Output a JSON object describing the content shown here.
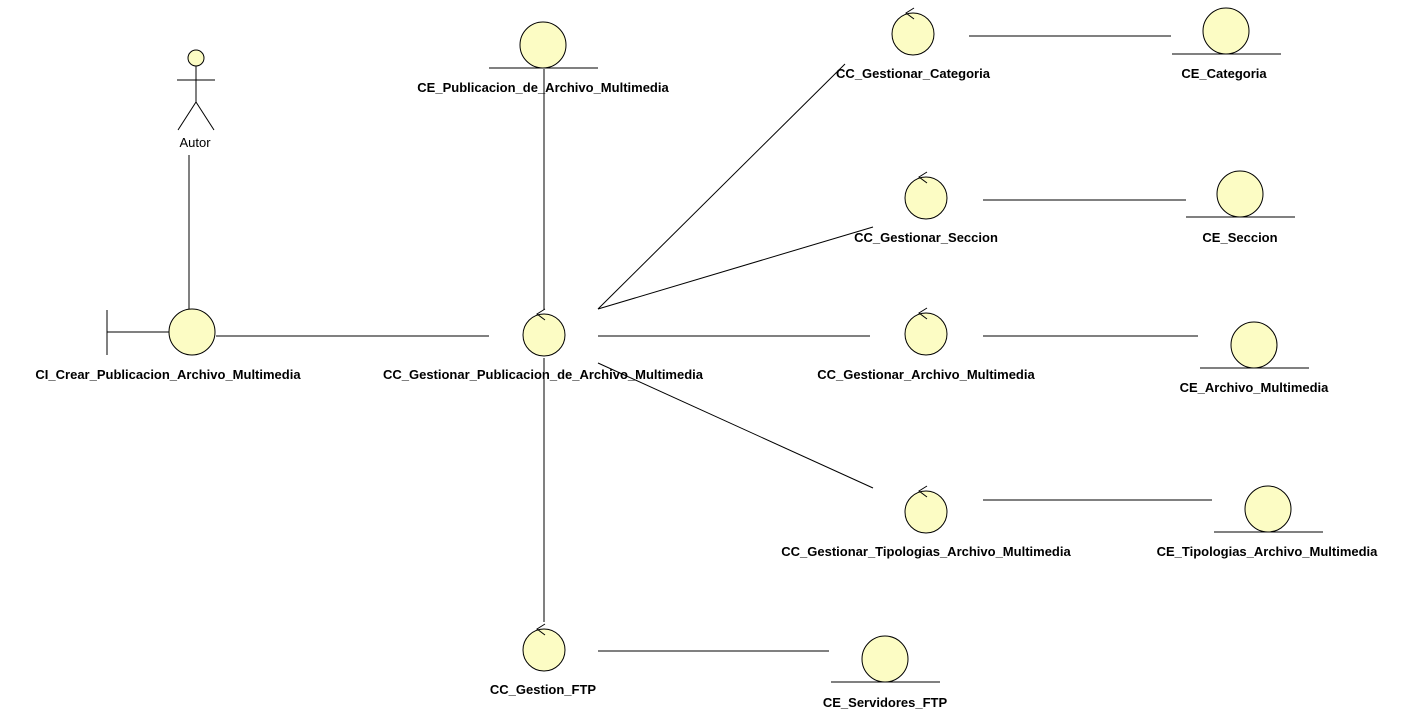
{
  "diagram": {
    "actor": {
      "label": "Autor"
    },
    "boundary": {
      "label": "CI_Crear_Publicacion_Archivo_Multimedia"
    },
    "controls": {
      "main": "CC_Gestionar_Publicacion_de_Archivo_Multimedia",
      "categoria": "CC_Gestionar_Categoria",
      "seccion": "CC_Gestionar_Seccion",
      "archivo": "CC_Gestionar_Archivo_Multimedia",
      "tipologias": "CC_Gestionar_Tipologias_Archivo_Multimedia",
      "ftp": "CC_Gestion_FTP"
    },
    "entities": {
      "publicacion": "CE_Publicacion_de_Archivo_Multimedia",
      "categoria": "CE_Categoria",
      "seccion": "CE_Seccion",
      "archivo": "CE_Archivo_Multimedia",
      "tipologias": "CE_Tipologias_Archivo_Multimedia",
      "servidores": "CE_Servidores_FTP"
    },
    "colors": {
      "fill": "#fcfcc4",
      "stroke": "#000000"
    }
  }
}
